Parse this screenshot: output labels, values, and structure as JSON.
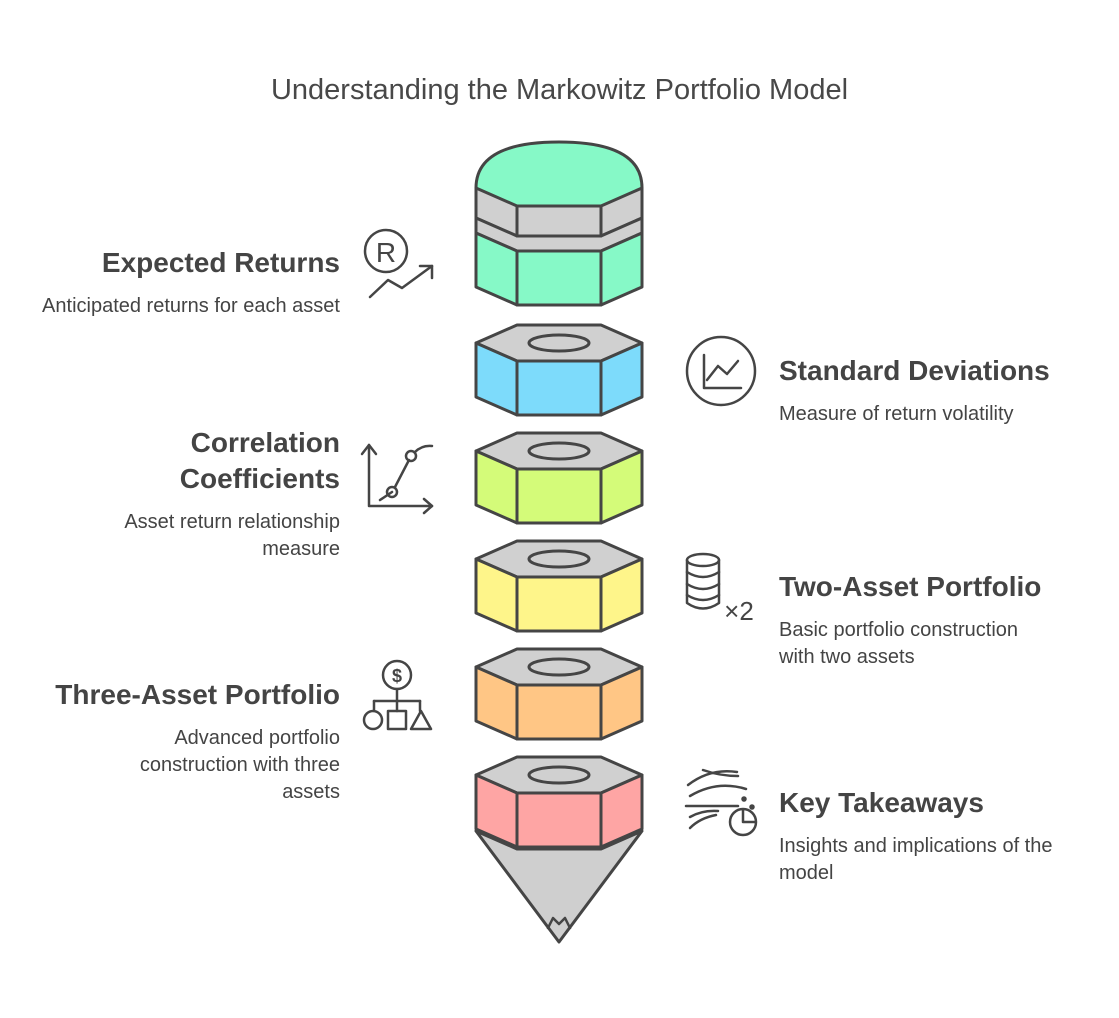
{
  "title": "Understanding the Markowitz Portfolio Model",
  "items": [
    {
      "title": "Expected Returns",
      "desc": "Anticipated returns for each asset",
      "icon": "returns-chart-icon",
      "side": "left"
    },
    {
      "title": "Standard Deviations",
      "desc": "Measure of return volatility",
      "icon": "volatility-chart-icon",
      "side": "right"
    },
    {
      "title": "Correlation Coefficients",
      "desc": "Asset return relationship measure",
      "icon": "correlation-chart-icon",
      "side": "left"
    },
    {
      "title": "Two-Asset Portfolio",
      "desc": "Basic portfolio construction with two assets",
      "icon": "coin-stack-icon",
      "side": "right"
    },
    {
      "title": "Three-Asset Portfolio",
      "desc": "Advanced portfolio construction with three assets",
      "icon": "asset-hierarchy-icon",
      "side": "left"
    },
    {
      "title": "Key Takeaways",
      "desc": "Insights and implications of the model",
      "icon": "insights-flow-icon",
      "side": "right"
    }
  ],
  "icon_text": {
    "returns_letter": "R",
    "multiplier": "×2",
    "currency": "$"
  },
  "colors": {
    "top_cap": "#86F9C7",
    "nuts": [
      "#7DDBFB",
      "#D4FB79",
      "#FEF58A",
      "#FFC685",
      "#FEA5A4"
    ],
    "base": "#86F9C7",
    "grey_top": "#D0D0D0",
    "cone": "#CFCFCF",
    "stroke": "#454545"
  }
}
